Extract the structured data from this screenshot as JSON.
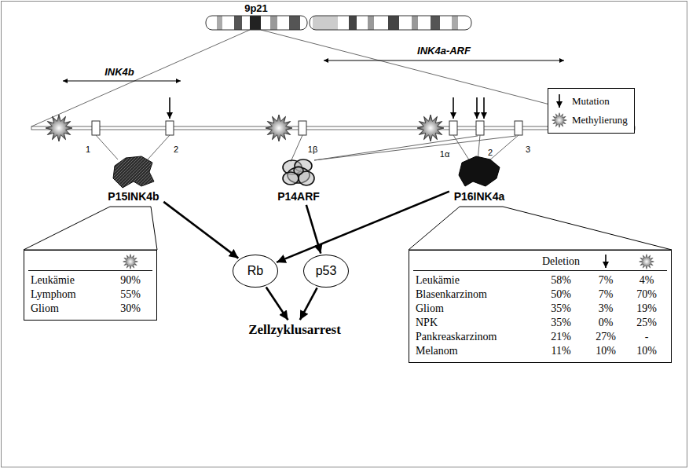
{
  "diagram": {
    "nodes": [
      {
        "text": [
          "P15INK4b"
        ]
      },
      {
        "text": [
          "P14ARF"
        ]
      },
      {
        "text": [
          "P16INK4a"
        ]
      },
      {
        "text": [
          "Leukämie",
          "90%",
          "Lymphom",
          "55%",
          "Gliom",
          "30%"
        ]
      },
      {
        "text": [
          "Rb"
        ]
      },
      {
        "text": [
          "p53"
        ]
      },
      {
        "text": [
          "Deletion",
          "Leukämie",
          "58%",
          "7%",
          "4%",
          "Blasenkarzinom",
          "50%",
          "7%",
          "70%",
          "Gliom",
          "35%",
          "3%",
          "19%",
          "NPK",
          "35%",
          "0%",
          "25%",
          "Pankreaskarzinom",
          "21%",
          "27%",
          "-",
          "Melanom",
          "11%",
          "10%",
          "10%"
        ]
      },
      {
        "text": [
          "Zellzyklusarrest"
        ]
      }
    ],
    "edges": [
      {
        "from": 0,
        "to": 4,
        "arrow": "to"
      },
      {
        "from": 2,
        "to": 4,
        "arrow": "to"
      },
      {
        "from": 1,
        "to": 5,
        "arrow": "to"
      },
      {
        "from": 4,
        "to": 7,
        "arrow": "to"
      },
      {
        "from": 5,
        "to": 7,
        "arrow": "to"
      }
    ],
    "labels": [
      "9p21",
      "INK4b",
      "INK4a-ARF",
      "1",
      "2",
      "1β",
      "1α",
      "2",
      "3"
    ],
    "legend": [
      {
        "text": "Mutation"
      },
      {
        "text": "Methylierung"
      }
    ]
  }
}
